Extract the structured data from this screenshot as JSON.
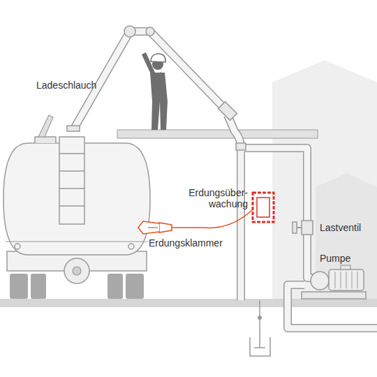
{
  "diagram": {
    "labels": [
      "Ladeschlauch",
      "Erdungsüber- wachung",
      "Erdungsklammer",
      "Lastventil",
      "Pumpe"
    ]
  }
}
